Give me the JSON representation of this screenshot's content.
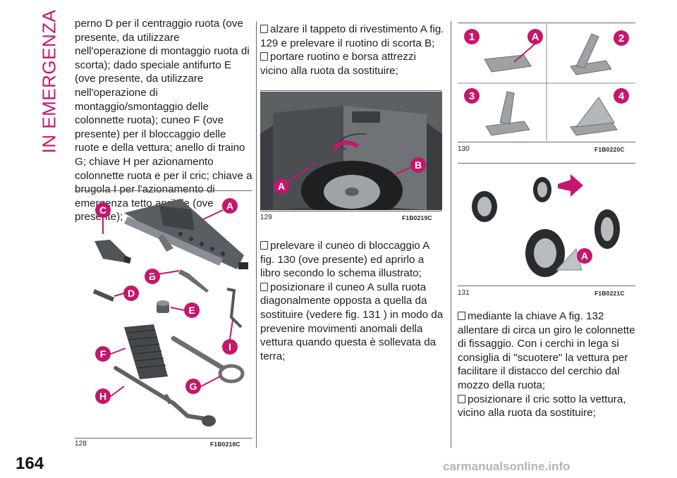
{
  "section_title": "IN EMERGENZA",
  "page_number": "164",
  "watermark": "carmanualsonline.info",
  "column1": {
    "text": "perno D per il centraggio ruota (ove presente, da utilizzare nell'operazione di montaggio ruota di scorta); dado speciale antifurto E (ove presente, da utilizzare nell'operazione di montaggio/smontaggio delle colonnette ruota); cuneo F (ove presente) per il bloccaggio delle ruote e della vettura; anello di traino G; chiave H per azionamento colonnette ruota e per il cric; chiave a brugola I per l'azionamento di emergenza tetto apribile (ove presente);"
  },
  "column2": {
    "bullets": [
      "alzare il tappeto di rivestimento A fig. 129 e prelevare il ruotino di scorta B;",
      "portare ruotino e borsa attrezzi vicino alla ruota da sostituire;"
    ],
    "bullets_after": [
      "prelevare il cuneo di bloccaggio A fig. 130 (ove presente) ed aprirlo a libro secondo lo schema illustrato;",
      "posizionare il cuneo A sulla ruota diagonalmente opposta a quella da sostituire (vedere fig. 131 ) in modo da prevenire movimenti anomali della vettura quando questa è sollevata da terra;"
    ]
  },
  "column3": {
    "bullets": [
      "mediante la chiave A fig. 132 allentare di circa un giro le colonnette di fissaggio. Con i cerchi in lega si consiglia di \"scuotere\" la vettura per facilitare il distacco del cerchio dal mozzo della ruota;",
      "posizionare il cric sotto la vettura, vicino alla ruota da sostituire;"
    ]
  },
  "figures": {
    "fig128": {
      "number": "128",
      "code": "F1B0218C",
      "labels": [
        "C",
        "A",
        "B",
        "D",
        "E",
        "F",
        "I",
        "G",
        "H"
      ]
    },
    "fig129": {
      "number": "129",
      "code": "F1B0219C",
      "labels": [
        "A",
        "B"
      ]
    },
    "fig130": {
      "number": "130",
      "code": "F1B0220C",
      "labels": [
        "1",
        "A",
        "2",
        "3",
        "4"
      ]
    },
    "fig131": {
      "number": "131",
      "code": "F1B0221C",
      "labels": [
        "A"
      ]
    }
  },
  "colors": {
    "accent": "#c4176c",
    "rule": "#666666"
  }
}
